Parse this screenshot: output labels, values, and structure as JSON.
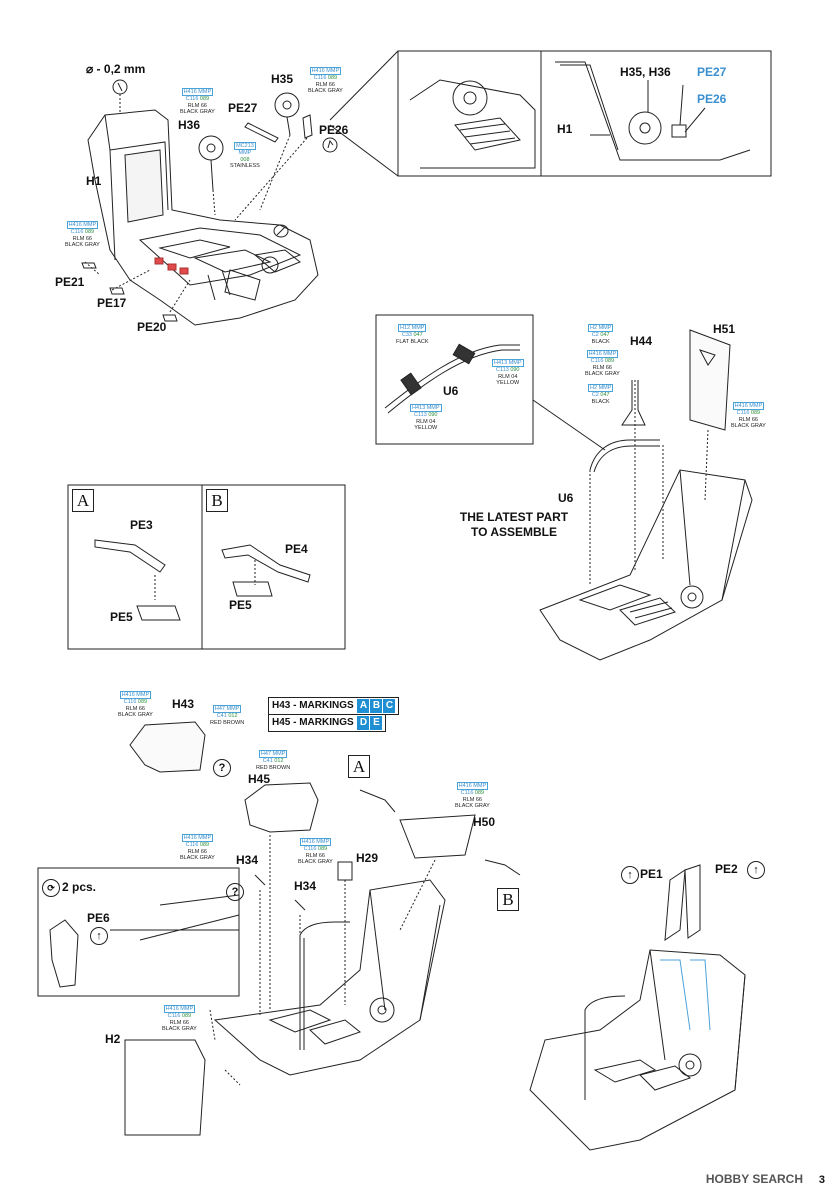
{
  "drill_note": "⌀ - 0,2 mm",
  "parts": {
    "H1": "H1",
    "H35": "H35",
    "H36": "H36",
    "PE27": "PE27",
    "PE26": "PE26",
    "PE21": "PE21",
    "PE17": "PE17",
    "PE20": "PE20",
    "H35_H36": "H35, H36",
    "PE27_b": "PE27",
    "PE26_b": "PE26",
    "H1_b": "H1",
    "H44": "H44",
    "H51": "H51",
    "U6": "U6",
    "U6_b": "U6",
    "PE3": "PE3",
    "PE4": "PE4",
    "PE5_a": "PE5",
    "PE5_b": "PE5",
    "H43": "H43",
    "H45": "H45",
    "H50": "H50",
    "H34_a": "H34",
    "H34_b": "H34",
    "H29": "H29",
    "H2": "H2",
    "PE6": "PE6",
    "PE1": "PE1",
    "PE2": "PE2"
  },
  "latest_part_note": [
    "THE LATEST PART",
    "TO ASSEMBLE"
  ],
  "pieces_note": "2 pcs.",
  "variants": {
    "A": "A",
    "B": "B"
  },
  "markings": {
    "row1_label": "H43 - MARKINGS",
    "row1_letters": [
      "A",
      "B",
      "C"
    ],
    "row2_label": "H45 - MARKINGS",
    "row2_letters": [
      "D",
      "E"
    ]
  },
  "paints": {
    "black_gray": {
      "h": "H416",
      "mmp": "MMP",
      "c": "C116",
      "n": "089",
      "name1": "RLM 66",
      "name2": "BLACK GRAY"
    },
    "stainless": {
      "h": "MC213",
      "mmp": "MMP",
      "n": "008",
      "name1": "STAINLESS"
    },
    "flat_black": {
      "h": "H12",
      "mmp": "MMP",
      "c": "C33",
      "n": "047",
      "name1": "FLAT BLACK"
    },
    "black": {
      "h": "H2",
      "mmp": "MMP",
      "c": "C2",
      "n": "047",
      "name1": "BLACK"
    },
    "yellow": {
      "h": "H413",
      "mmp": "MMP",
      "c": "C113",
      "n": "090",
      "name1": "RLM 04",
      "name2": "YELLOW"
    },
    "red_brown": {
      "h": "H47",
      "mmp": "MMP",
      "c": "C41",
      "n": "012",
      "name1": "RED BROWN"
    }
  },
  "page_number": "3",
  "watermark": "HOBBY SEARCH"
}
